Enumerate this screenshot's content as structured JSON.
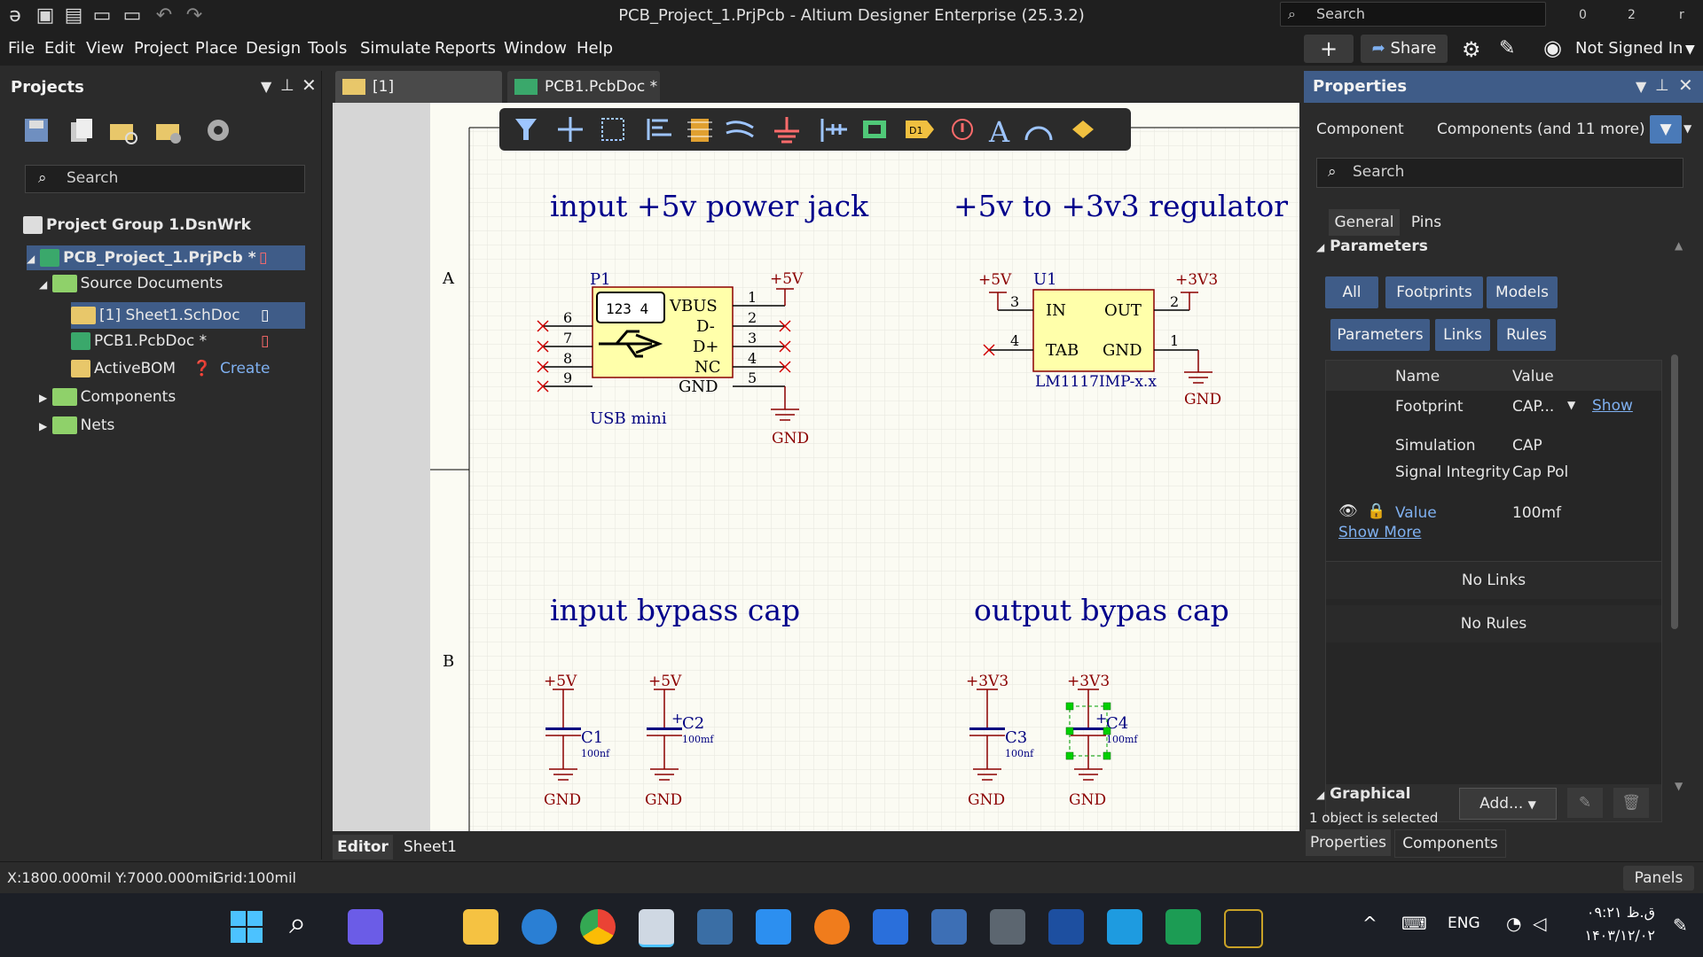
{
  "window": {
    "title": "PCB_Project_1.PrjPcb - Altium Designer Enterprise (25.3.2)"
  },
  "global_search": {
    "placeholder": "Search",
    "count_a": "0",
    "count_b": "2",
    "count_c": "r"
  },
  "menu": [
    "File",
    "Edit",
    "View",
    "Project",
    "Place",
    "Design",
    "Tools",
    "Simulate",
    "Reports",
    "Window",
    "Help"
  ],
  "menu_right": {
    "share": "Share",
    "account": "Not Signed In"
  },
  "projects_panel": {
    "title": "Projects",
    "search_placeholder": "Search",
    "tree": {
      "group": "Project Group 1.DsnWrk",
      "project": "PCB_Project_1.PrjPcb *",
      "source_docs": "Source Documents",
      "sheet": "[1] Sheet1.SchDoc",
      "pcb": "PCB1.PcbDoc *",
      "bom": "ActiveBOM",
      "bom_action": "Create",
      "components": "Components",
      "nets": "Nets"
    }
  },
  "doc_tabs": [
    "[1] Sheet1.SchDoc",
    "PCB1.PcbDoc *"
  ],
  "editor_tabs": [
    "Editor",
    "Sheet1"
  ],
  "schematic": {
    "zone_a": "A",
    "zone_b": "B",
    "titles": {
      "jack": "input +5v power jack",
      "reg": "+5v to +3v3 regulator",
      "incap": "input bypass cap",
      "outcap": "output bypas cap"
    },
    "p1": {
      "ref": "P1",
      "value": "USB mini",
      "net_top": "+5V",
      "gnd": "GND",
      "pins_left": [
        "VBUS",
        "D-",
        "D+",
        "NC",
        "GND"
      ],
      "pins_num_right": [
        "1",
        "2",
        "3",
        "4",
        "5"
      ],
      "pins_num_left": [
        "6",
        "7",
        "8",
        "9"
      ],
      "usb_text": "123 4"
    },
    "u1": {
      "ref": "U1",
      "value": "LM1117IMP-x.x",
      "vin": "+5V",
      "vout": "+3V3",
      "gnd": "GND",
      "in": "IN",
      "out": "OUT",
      "tab": "TAB",
      "gndpin": "GND",
      "n3": "3",
      "n2": "2",
      "n4": "4",
      "n1": "1"
    },
    "caps": [
      {
        "net": "+5V",
        "ref": "C1",
        "val": "100nf",
        "gnd": "GND"
      },
      {
        "net": "+5V",
        "ref": "C2",
        "val": "100mf",
        "gnd": "GND"
      },
      {
        "net": "+3V3",
        "ref": "C3",
        "val": "100nf",
        "gnd": "GND"
      },
      {
        "net": "+3V3",
        "ref": "C4",
        "val": "100mf",
        "gnd": "GND"
      }
    ]
  },
  "properties": {
    "title": "Properties",
    "kind": "Component",
    "filter_text": "Components (and 11 more)",
    "search_placeholder": "Search",
    "tabs": [
      "General",
      "Pins"
    ],
    "section": "Parameters",
    "btns_row1": [
      "All",
      "Footprints",
      "Models"
    ],
    "btns_row2": [
      "Parameters",
      "Links",
      "Rules"
    ],
    "grid_headers": [
      "Name",
      "Value"
    ],
    "rows": [
      {
        "name": "Footprint",
        "value": "CAP...",
        "extra": "Show"
      },
      {
        "name": "Simulation",
        "value": "CAP"
      },
      {
        "name": "Signal Integrity",
        "value": "Cap Pol"
      },
      {
        "name": "Value",
        "value": "100mf"
      }
    ],
    "show_more": "Show More",
    "no_links": "No Links",
    "no_rules": "No Rules",
    "add": "Add...",
    "section2": "Graphical",
    "status": "1 object is selected",
    "bottom_tabs": [
      "Properties",
      "Components"
    ]
  },
  "statusbar": {
    "coords": "X:1800.000mil Y:7000.000mil",
    "grid": "Grid:100mil",
    "panels": "Panels"
  },
  "taskbar": {
    "lang": "ENG",
    "time": "۰۹:۲۱ ق.ظ",
    "date": "۱۴۰۳/۱۲/۰۲"
  },
  "colors": {
    "accent": "#3f5c88",
    "sch_wire": "#000080",
    "sch_net": "#8b0000",
    "part_fill": "#ffffaa"
  }
}
